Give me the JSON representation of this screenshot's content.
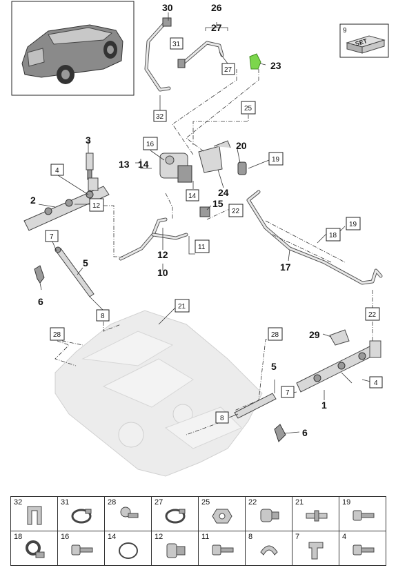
{
  "callouts": {
    "c30": "30",
    "c26": "26",
    "c27": "27",
    "c31": "31",
    "c27b": "27",
    "c23": "23",
    "c32": "32",
    "c25": "25",
    "c3": "3",
    "c16": "16",
    "c13": "13",
    "c14": "14",
    "c14b": "14",
    "c20": "20",
    "c19": "19",
    "c24": "24",
    "c15": "15",
    "c4": "4",
    "c2": "2",
    "c12": "12",
    "c22": "22",
    "c18": "18",
    "c19b": "19",
    "c7": "7",
    "c5": "5",
    "c12b": "12",
    "c11": "11",
    "c10": "10",
    "c6": "6",
    "c17": "17",
    "c8": "8",
    "c21": "21",
    "c28": "28",
    "c28b": "28",
    "c29": "29",
    "c22b": "22",
    "c5b": "5",
    "c4b": "4",
    "c7b": "7",
    "c1": "1",
    "c8b": "8",
    "c6b": "6"
  },
  "set_box": {
    "number": "9",
    "label": "SET"
  },
  "legend": [
    [
      {
        "num": "32",
        "icon": "bracket-clip-icon"
      },
      {
        "num": "31",
        "icon": "hose-clamp-icon"
      },
      {
        "num": "28",
        "icon": "ball-stud-icon"
      },
      {
        "num": "27",
        "icon": "hose-clamp-icon"
      },
      {
        "num": "25",
        "icon": "nut-icon"
      },
      {
        "num": "22",
        "icon": "banjo-bolt-icon"
      },
      {
        "num": "21",
        "icon": "stud-icon"
      },
      {
        "num": "19",
        "icon": "bolt-icon"
      }
    ],
    [
      {
        "num": "18",
        "icon": "p-clip-icon"
      },
      {
        "num": "16",
        "icon": "bolt-icon"
      },
      {
        "num": "14",
        "icon": "o-ring-icon"
      },
      {
        "num": "12",
        "icon": "union-nut-icon"
      },
      {
        "num": "11",
        "icon": "bolt-icon"
      },
      {
        "num": "8",
        "icon": "clip-icon"
      },
      {
        "num": "7",
        "icon": "clamp-icon"
      },
      {
        "num": "4",
        "icon": "bolt-icon"
      }
    ]
  ]
}
